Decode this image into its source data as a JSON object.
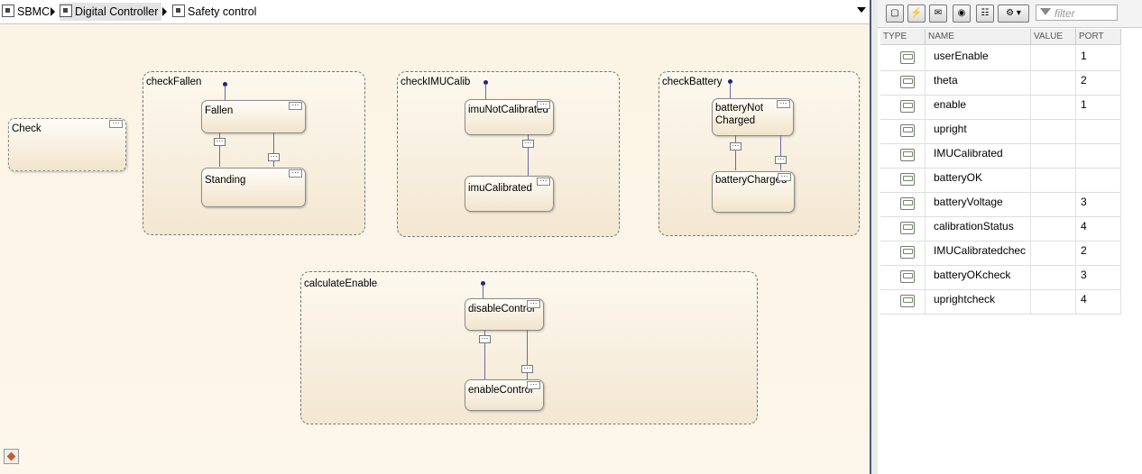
{
  "breadcrumb": {
    "items": [
      {
        "label": "SBMC",
        "icon": "model-icon"
      },
      {
        "label": "Digital Controller",
        "icon": "subsystem-icon"
      },
      {
        "label": "Safety control",
        "icon": "chart-icon"
      }
    ]
  },
  "chart": {
    "standalone_state": "Check",
    "superstates": [
      {
        "name": "checkFallen",
        "states": [
          "Fallen",
          "Standing"
        ]
      },
      {
        "name": "checkIMUCalib",
        "states": [
          "imuNotCalibrated",
          "imuCalibrated"
        ]
      },
      {
        "name": "checkBattery",
        "states": [
          "batteryNot\nCharged",
          "batteryCharged"
        ]
      },
      {
        "name": "calculateEnable",
        "states": [
          "disableControl",
          "enableControl"
        ]
      }
    ],
    "ellipsis": "⋯"
  },
  "panel": {
    "toolbar_icons": [
      "add-data-icon",
      "add-event-icon",
      "add-message-icon",
      "debug-icon",
      "hierarchy-icon",
      "settings-icon"
    ],
    "filter_placeholder": "filter",
    "columns": [
      "TYPE",
      "NAME",
      "VALUE",
      "PORT"
    ],
    "rows": [
      {
        "type": "input",
        "name": "userEnable",
        "value": "",
        "port": "1"
      },
      {
        "type": "input",
        "name": "theta",
        "value": "",
        "port": "2"
      },
      {
        "type": "output",
        "name": "enable",
        "value": "",
        "port": "1"
      },
      {
        "type": "local",
        "name": "upright",
        "value": "",
        "port": ""
      },
      {
        "type": "local",
        "name": "IMUCalibrated",
        "value": "",
        "port": ""
      },
      {
        "type": "local",
        "name": "batteryOK",
        "value": "",
        "port": ""
      },
      {
        "type": "input",
        "name": "batteryVoltage",
        "value": "",
        "port": "3"
      },
      {
        "type": "input",
        "name": "calibrationStatus",
        "value": "",
        "port": "4"
      },
      {
        "type": "output",
        "name": "IMUCalibratedchec",
        "value": "",
        "port": "2"
      },
      {
        "type": "output",
        "name": "batteryOKcheck",
        "value": "",
        "port": "3"
      },
      {
        "type": "output",
        "name": "uprightcheck",
        "value": "",
        "port": "4"
      }
    ]
  }
}
